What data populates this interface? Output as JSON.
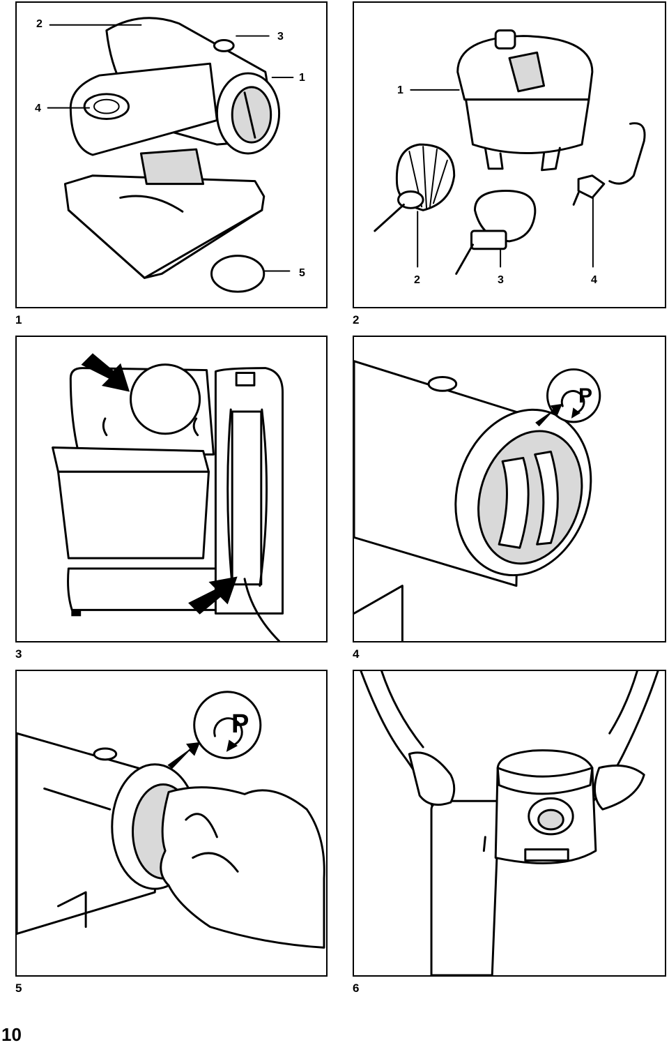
{
  "figures": [
    {
      "number": "1",
      "callouts": [
        "2",
        "3",
        "1",
        "4",
        "5"
      ]
    },
    {
      "number": "2",
      "callouts": [
        "1",
        "2",
        "3",
        "4"
      ]
    },
    {
      "number": "3",
      "callouts": []
    },
    {
      "number": "4",
      "callouts": []
    },
    {
      "number": "5",
      "callouts": []
    },
    {
      "number": "6",
      "callouts": []
    }
  ],
  "symbols": {
    "pulse": "P"
  },
  "page_number": "10"
}
